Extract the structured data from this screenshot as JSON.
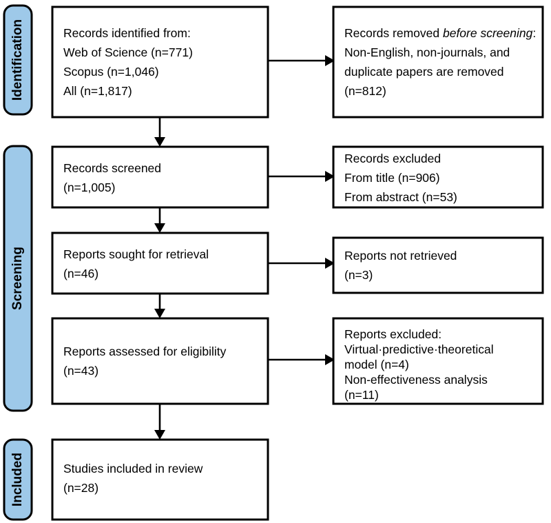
{
  "diagram": {
    "type": "prisma-flow-diagram",
    "colors": {
      "band_fill": "#9ec9e9",
      "band_stroke": "#000000",
      "box_fill": "#ffffff",
      "box_stroke": "#000000",
      "text": "#000000",
      "background": "#ffffff"
    },
    "stages": [
      {
        "id": "identification",
        "label": "Identification"
      },
      {
        "id": "screening",
        "label": "Screening"
      },
      {
        "id": "included",
        "label": "Included"
      }
    ],
    "boxes": {
      "records_identified": {
        "lines": [
          "Records identified from:",
          "Web of Science (n=771)",
          "Scopus (n=1,046)",
          "All (n=1,817)"
        ]
      },
      "records_removed": {
        "lines": [
          "Records removed before screening:",
          "Non-English, non-journals, and",
          "duplicate papers are removed",
          "(n=812)"
        ],
        "italic_fragment": "before screening"
      },
      "records_screened": {
        "lines": [
          "Records screened",
          "(n=1,005)"
        ]
      },
      "records_excluded": {
        "lines": [
          "Records excluded",
          "From title (n=906)",
          "From abstract (n=53)"
        ]
      },
      "reports_sought": {
        "lines": [
          "Reports sought for retrieval",
          "(n=46)"
        ]
      },
      "reports_not_retrieved": {
        "lines": [
          "Reports not retrieved",
          "(n=3)"
        ]
      },
      "reports_assessed": {
        "lines": [
          "Reports assessed for eligibility",
          "(n=43)"
        ]
      },
      "reports_excluded": {
        "lines": [
          "Reports excluded:",
          "Virtual·predictive·theoretical",
          "model (n=4)",
          "Non-effectiveness analysis",
          "(n=11)"
        ]
      },
      "studies_included": {
        "lines": [
          "Studies included in review",
          "(n=28)"
        ]
      }
    },
    "counts": {
      "web_of_science": "771",
      "scopus": "1,046",
      "all_identified": "1,817",
      "removed_before_screening": "812",
      "screened": "1,005",
      "excluded_from_title": "906",
      "excluded_from_abstract": "53",
      "sought_for_retrieval": "46",
      "not_retrieved": "3",
      "assessed_for_eligibility": "43",
      "excluded_virtual_model": "4",
      "excluded_non_effectiveness": "11",
      "included_in_review": "28"
    }
  }
}
